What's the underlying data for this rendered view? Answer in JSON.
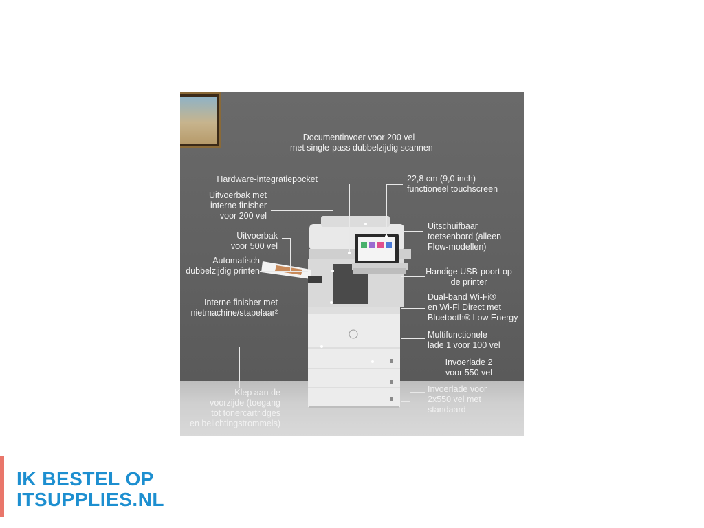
{
  "labels": {
    "documentinvoer": [
      "Documentinvoer voor 200 vel",
      "met single-pass dubbelzijdig scannen"
    ],
    "hardware": [
      "Hardware-integratiepocket"
    ],
    "touchscreen": [
      "22,8 cm (9,0 inch)",
      "functioneel touchscreen"
    ],
    "uitvoerbak_finisher": [
      "Uitvoerbak met",
      "interne finisher",
      "voor 200 vel"
    ],
    "toetsenbord": [
      "Uitschuifbaar",
      "toetsenbord (alleen",
      "Flow-modellen)"
    ],
    "uitvoerbak_500": [
      "Uitvoerbak",
      "voor 500 vel"
    ],
    "automatisch": [
      "Automatisch",
      "dubbelzijdig printen"
    ],
    "usb": [
      "Handige USB-poort op",
      "de printer"
    ],
    "interne_finisher": [
      "Interne finisher met",
      "nietmachine/stapelaar²"
    ],
    "wifi": [
      "Dual-band Wi-Fi®",
      "en Wi-Fi Direct  met",
      "Bluetooth® Low Energy"
    ],
    "multifunctionele": [
      "Multifunctionele",
      "lade 1 voor 100 vel"
    ],
    "invoerlade2": [
      "Invoerlade 2",
      "voor 550 vel"
    ],
    "klep": [
      "Klep aan de",
      "voorzijde (toegang",
      "tot tonercartridges",
      "en belichtingstrommels)"
    ],
    "invoerlade_voor": [
      "Invoerlade voor",
      "2x550 vel met",
      "standaard"
    ]
  },
  "brand": {
    "logo_line1": "IK BESTEL OP",
    "logo_line2": "ITSUPPLIES.NL"
  },
  "colors": {
    "wall": "#636363",
    "logo_blue": "#1d8fd0",
    "logo_bar": "#e9766a"
  }
}
